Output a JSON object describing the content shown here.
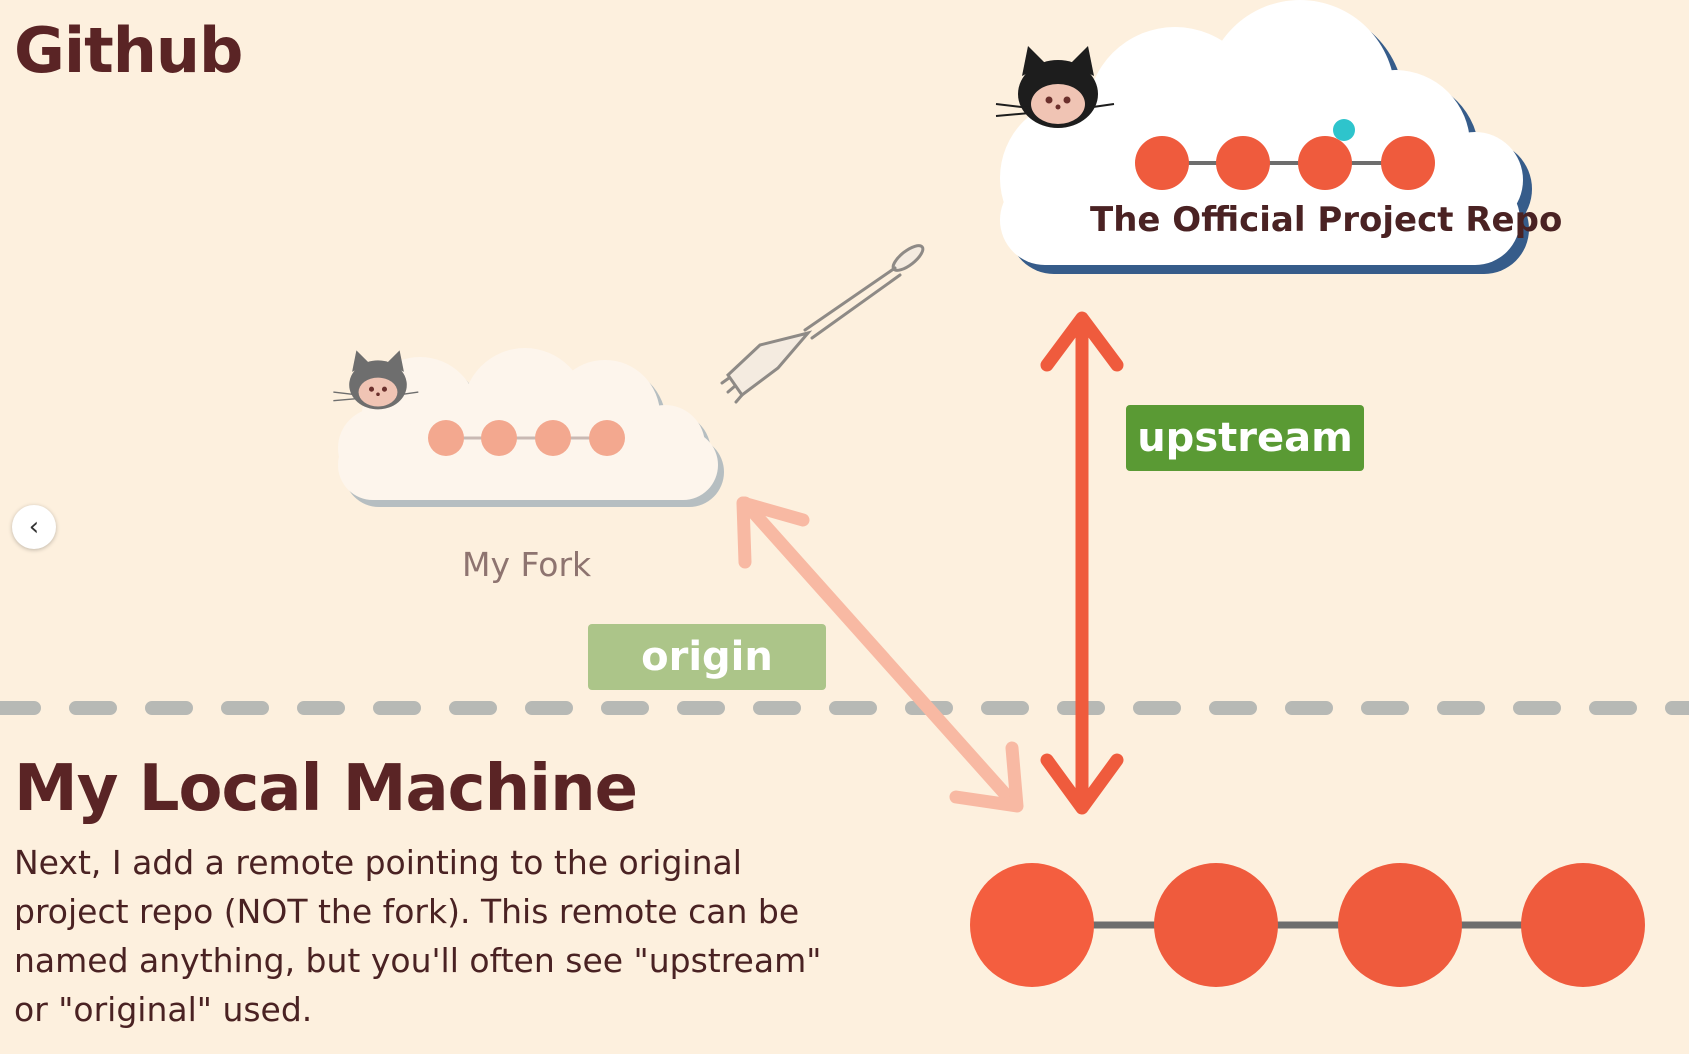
{
  "titles": {
    "github": "Github",
    "local_machine": "My Local Machine"
  },
  "description_lines": [
    "Next, I add a remote pointing to the original",
    "project repo (NOT the fork).  This remote can be",
    "named anything, but you'll often see \"upstream\"",
    "or \"original\" used."
  ],
  "clouds": {
    "official": {
      "label": "The Official Project Repo",
      "commit_count": 4,
      "commit_color": "#ef5b3d"
    },
    "fork": {
      "label": "My Fork",
      "commit_count": 4,
      "commit_color": "#f3a88f"
    }
  },
  "local_repo": {
    "commit_count": 4,
    "commit_color": "#ef5b3d"
  },
  "arrows": {
    "upstream": {
      "label": "upstream",
      "color": "#ef5b3d",
      "tag_color": "#5a9a34"
    },
    "origin": {
      "label": "origin",
      "color": "#f8b9a3",
      "tag_color": "#acc589"
    }
  },
  "colors": {
    "background": "#fdf0de",
    "heading": "#5a2425",
    "divider": "#b7b9b5",
    "cloud_shadow": "#365c8a"
  },
  "nav": {
    "prev_icon": "chevron-left-icon",
    "prev_glyph": "‹"
  }
}
